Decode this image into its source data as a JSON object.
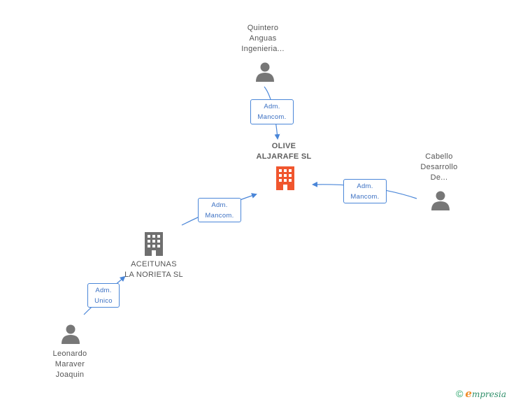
{
  "colors": {
    "edge": "#4a86d8",
    "person_icon": "#777777",
    "company_icon": "#6f6f6f",
    "focus_company_icon": "#f0562e"
  },
  "nodes": {
    "quintero": {
      "lines": [
        "Quintero",
        "Anguas",
        "Ingenieria..."
      ],
      "icon": "person-icon"
    },
    "olive": {
      "lines": [
        "OLIVE",
        "ALJARAFE SL"
      ],
      "icon": "building-icon"
    },
    "cabello": {
      "lines": [
        "Cabello",
        "Desarrollo",
        "De..."
      ],
      "icon": "person-icon"
    },
    "aceitunas": {
      "lines": [
        "ACEITUNAS",
        "LA NORIETA SL"
      ],
      "icon": "building-icon"
    },
    "leonardo": {
      "lines": [
        "Leonardo",
        "Maraver",
        "Joaquin"
      ],
      "icon": "person-icon"
    }
  },
  "edges": {
    "quintero_olive": {
      "lines": [
        "Adm.",
        "Mancom."
      ]
    },
    "cabello_olive": {
      "lines": [
        "Adm.",
        "Mancom."
      ]
    },
    "aceitunas_olive": {
      "lines": [
        "Adm.",
        "Mancom."
      ]
    },
    "leonardo_aceitunas": {
      "lines": [
        "Adm.",
        "Unico"
      ]
    }
  },
  "footer": {
    "copyright": "©",
    "brand_first": "e",
    "brand_rest": "mpresia"
  }
}
